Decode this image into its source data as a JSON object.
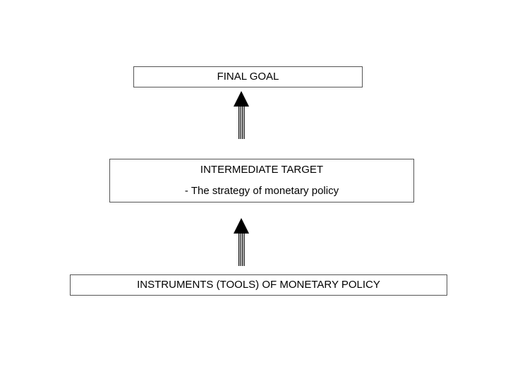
{
  "diagram": {
    "boxes": {
      "final_goal": {
        "label": "FINAL GOAL"
      },
      "intermediate_target": {
        "label": "INTERMEDIATE TARGET",
        "sublabel": "- The strategy of monetary policy"
      },
      "instruments": {
        "label": "INSTRUMENTS (TOOLS) OF MONETARY POLICY"
      }
    },
    "colors": {
      "border": "#555555",
      "arrow": "#000000"
    }
  }
}
